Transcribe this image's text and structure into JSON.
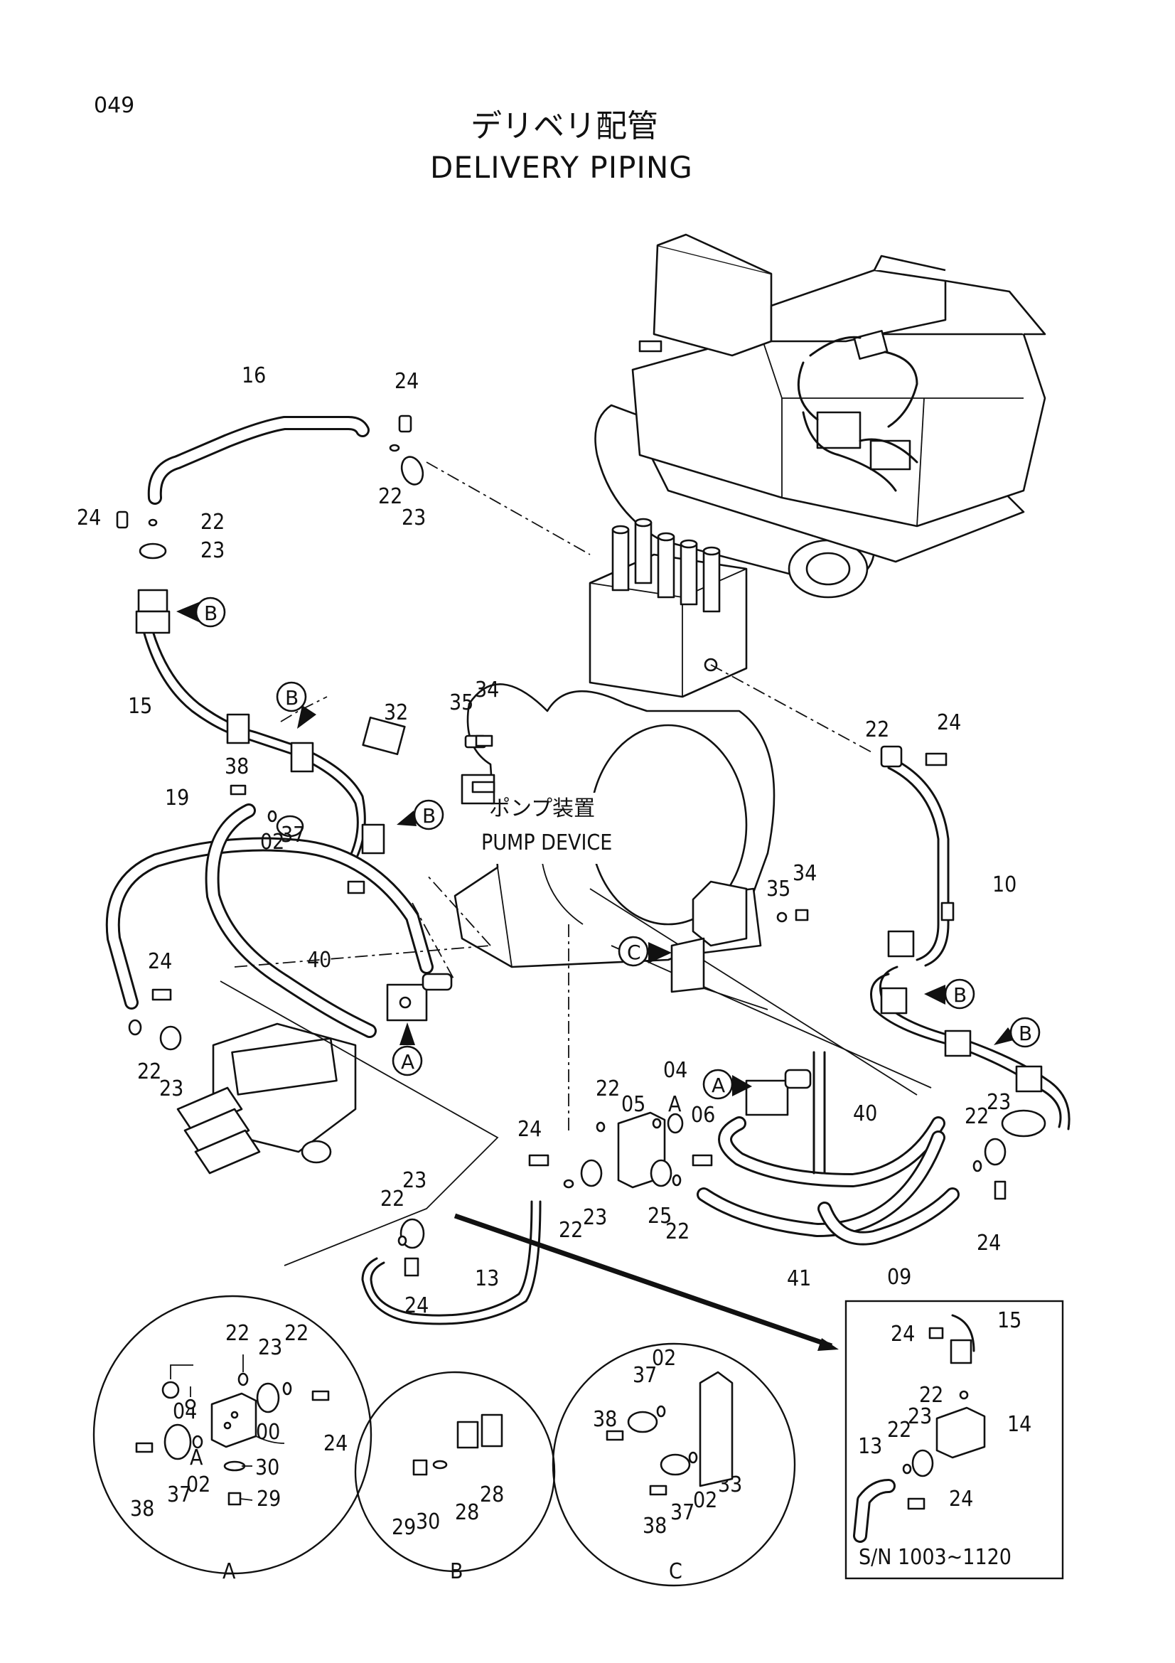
{
  "page_number": "049",
  "title_jp": "デリベリ配管",
  "title_en": "DELIVERY PIPING",
  "pump_label_jp": "ポンプ装置",
  "pump_label_en": "PUMP DEVICE",
  "inset_serial": "S/N 1003~1120",
  "detail_views": [
    "A",
    "B",
    "C"
  ],
  "callout_letters": {
    "a": "A",
    "b": "B",
    "c": "C"
  },
  "part_numbers": {
    "p00": "00",
    "p02": "02",
    "p04": "04",
    "p05": "05",
    "p06": "06",
    "p09": "09",
    "p10": "10",
    "p13": "13",
    "p14": "14",
    "p15": "15",
    "p16": "16",
    "p19": "19",
    "p22": "22",
    "p23": "23",
    "p24": "24",
    "p25": "25",
    "p28": "28",
    "p29": "29",
    "p30": "30",
    "p32": "32",
    "p33": "33",
    "p34": "34",
    "p35": "35",
    "p37": "37",
    "p38": "38",
    "p40": "40",
    "p41": "41"
  }
}
